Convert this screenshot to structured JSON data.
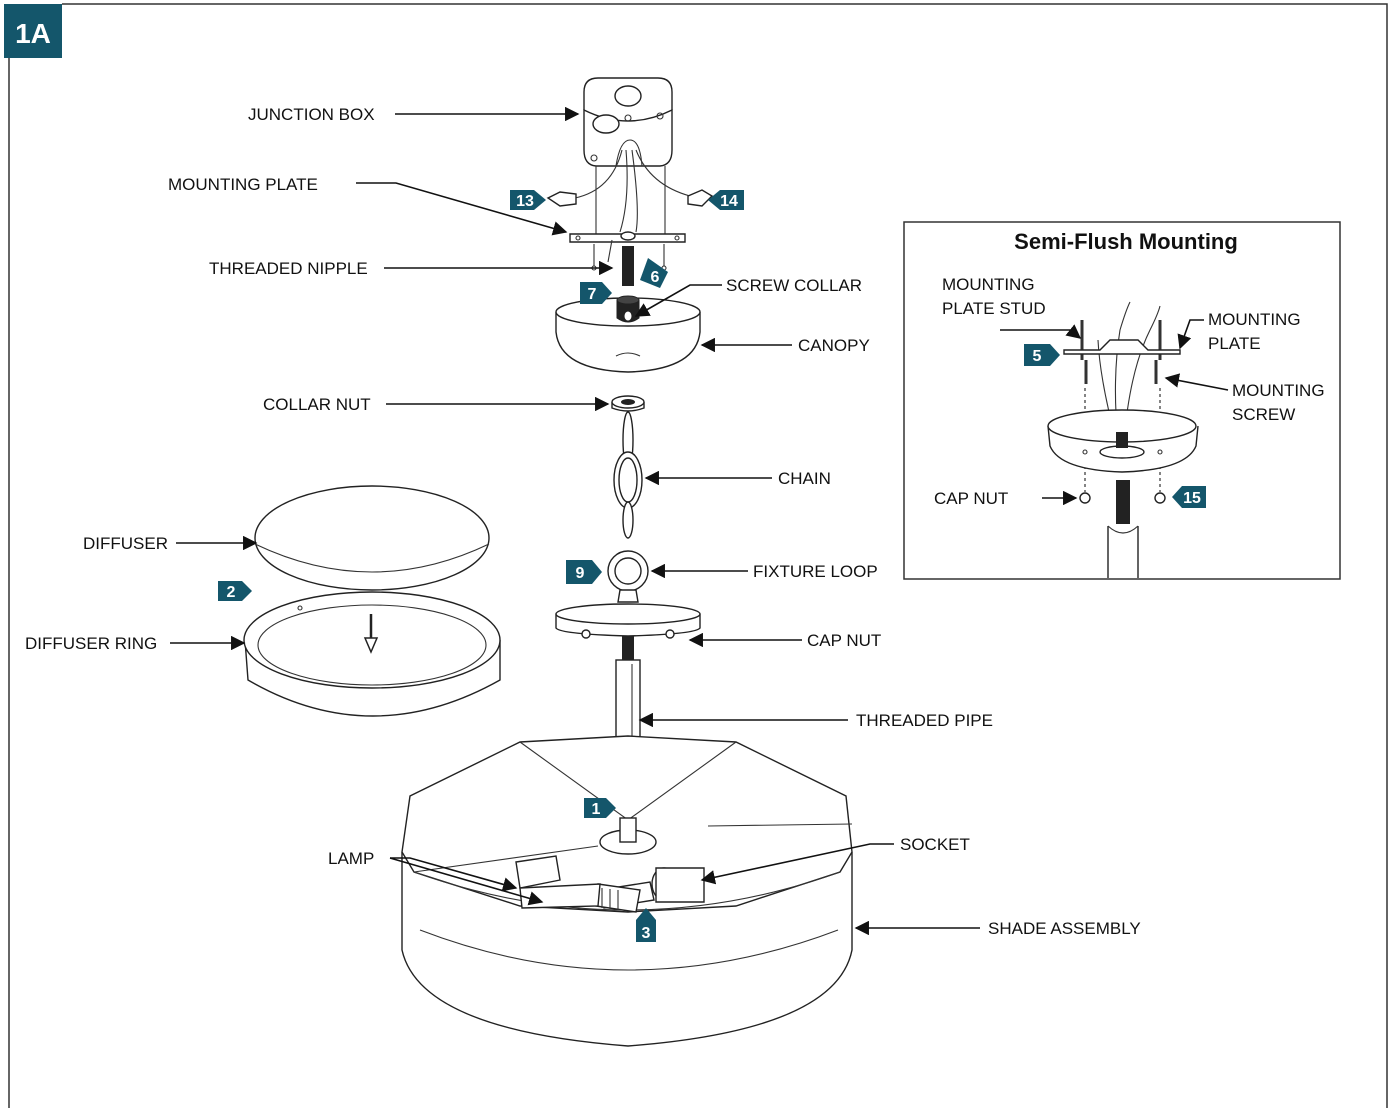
{
  "figure_badge": "1A",
  "colors": {
    "step_teal": "#14566b",
    "frame": "#333333",
    "ink": "#111111"
  },
  "labels": {
    "junction_box": "JUNCTION BOX",
    "mounting_plate": "MOUNTING PLATE",
    "threaded_nipple": "THREADED NIPPLE",
    "screw_collar": "SCREW COLLAR",
    "canopy": "CANOPY",
    "collar_nut": "COLLAR NUT",
    "chain": "CHAIN",
    "diffuser": "DIFFUSER",
    "diffuser_ring": "DIFFUSER RING",
    "fixture_loop": "FIXTURE LOOP",
    "cap_nut": "CAP NUT",
    "threaded_pipe": "THREADED PIPE",
    "lamp": "LAMP",
    "socket": "SOCKET",
    "shade_assembly": "SHADE ASSEMBLY"
  },
  "steps": {
    "s1": "1",
    "s2": "2",
    "s3": "3",
    "s5": "5",
    "s6": "6",
    "s7": "7",
    "s9": "9",
    "s13": "13",
    "s14": "14",
    "s15": "15"
  },
  "inset": {
    "title": "Semi-Flush Mounting",
    "mounting_plate_stud_1": "MOUNTING",
    "mounting_plate_stud_2": "PLATE STUD",
    "mounting_plate_1": "MOUNTING",
    "mounting_plate_2": "PLATE",
    "mounting_screw_1": "MOUNTING",
    "mounting_screw_2": "SCREW",
    "cap_nut": "CAP NUT"
  }
}
